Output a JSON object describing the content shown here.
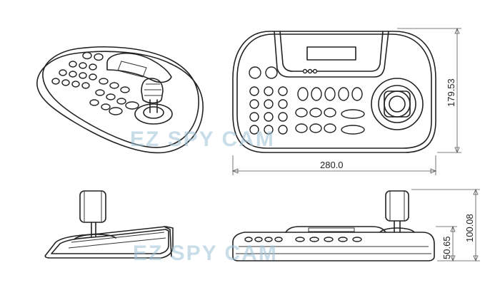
{
  "dimensions": {
    "width": "280.0",
    "depth": "179.53",
    "height_total": "100.08",
    "height_body": "50.65"
  },
  "watermark": "EZ SPY CAM",
  "colors": {
    "line": "#222222",
    "dimension": "#555555",
    "watermark": "#9cc3d6"
  }
}
